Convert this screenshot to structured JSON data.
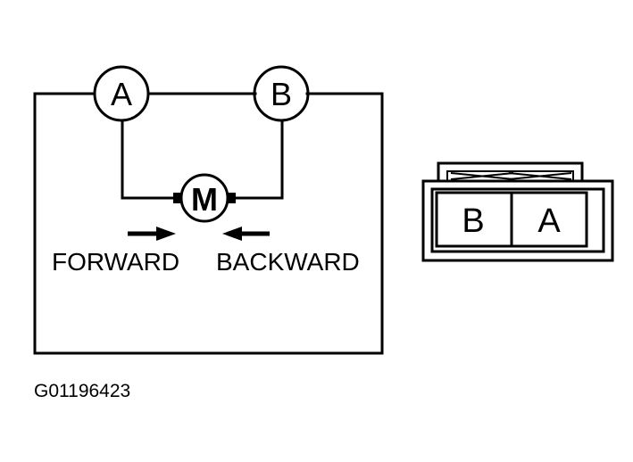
{
  "circuit": {
    "terminal_a": "A",
    "terminal_b": "B",
    "motor": "M",
    "forward_label": "FORWARD",
    "backward_label": "BACKWARD"
  },
  "connector": {
    "left_cavity": "B",
    "right_cavity": "A"
  },
  "figure_id": "G01196423"
}
